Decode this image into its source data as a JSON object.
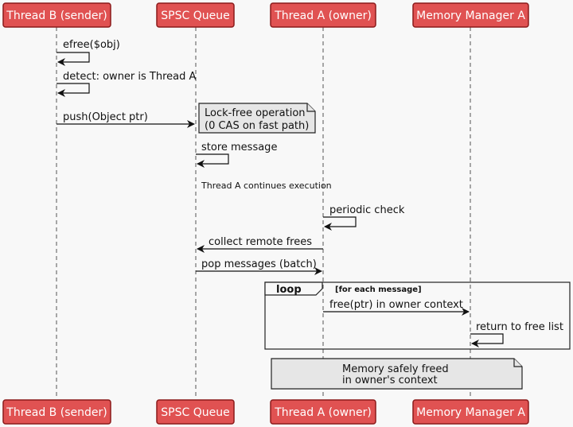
{
  "diagram": {
    "participants": [
      {
        "id": "B",
        "label": "Thread B (sender)"
      },
      {
        "id": "Q",
        "label": "SPSC Queue"
      },
      {
        "id": "A",
        "label": "Thread A (owner)"
      },
      {
        "id": "M",
        "label": "Memory Manager A"
      }
    ],
    "messages": [
      {
        "from": "B",
        "to": "B",
        "label": "efree($obj)"
      },
      {
        "from": "B",
        "to": "B",
        "label": "detect: owner is Thread A"
      },
      {
        "from": "B",
        "to": "Q",
        "label": "push(Object ptr)"
      },
      {
        "from": "Q",
        "to": "Q",
        "label": "store message"
      },
      {
        "from": "A",
        "to": "A",
        "label": "periodic check"
      },
      {
        "from": "A",
        "to": "Q",
        "label": "collect remote frees"
      },
      {
        "from": "Q",
        "to": "A",
        "label": "pop messages (batch)"
      },
      {
        "from": "A",
        "to": "M",
        "label": "free(ptr) in owner context"
      },
      {
        "from": "M",
        "to": "M",
        "label": "return to free list"
      }
    ],
    "divider": "Thread A continues execution",
    "notes": [
      {
        "lines": [
          "Lock-free operation",
          "(0 CAS on fast path)"
        ]
      },
      {
        "lines": [
          "Memory safely freed",
          "in owner's context"
        ]
      }
    ],
    "loop": {
      "keyword": "loop",
      "guard": "[for each message]"
    }
  }
}
